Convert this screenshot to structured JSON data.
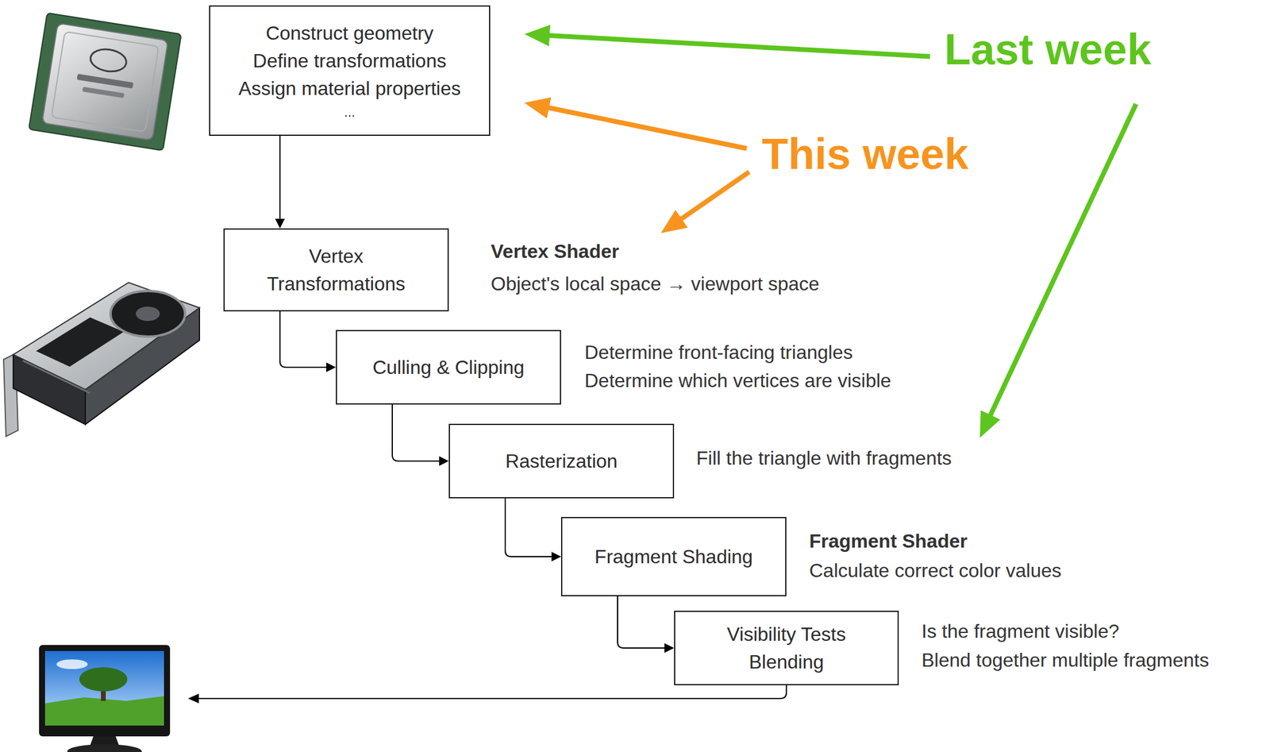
{
  "diagram": {
    "nodes": [
      {
        "text": [
          "Construct geometry",
          "Define transformations",
          "Assign material properties",
          "..."
        ]
      },
      {
        "text": [
          "Vertex Transformations"
        ]
      },
      {
        "text": [
          "Culling & Clipping"
        ]
      },
      {
        "text": [
          "Rasterization"
        ]
      },
      {
        "text": [
          "Fragment Shading"
        ]
      },
      {
        "text": [
          "Visibility Tests Blending"
        ]
      }
    ],
    "edges": [
      {
        "from": 0,
        "to": 1,
        "arrow": "to"
      },
      {
        "from": 1,
        "to": 2,
        "arrow": "to"
      },
      {
        "from": 2,
        "to": 3,
        "arrow": "to"
      },
      {
        "from": 3,
        "to": 4,
        "arrow": "to"
      },
      {
        "from": 4,
        "to": 5,
        "arrow": "to"
      }
    ],
    "labels": [
      "Last week",
      "This week",
      "Vertex Shader",
      "Object's local space → viewport space",
      "Determine front-facing triangles",
      "Determine which vertices are visible",
      "Fill the triangle with fragments",
      "Fragment Shader",
      "Calculate correct color values",
      "Is the fragment visible?",
      "Blend together multiple fragments"
    ]
  }
}
